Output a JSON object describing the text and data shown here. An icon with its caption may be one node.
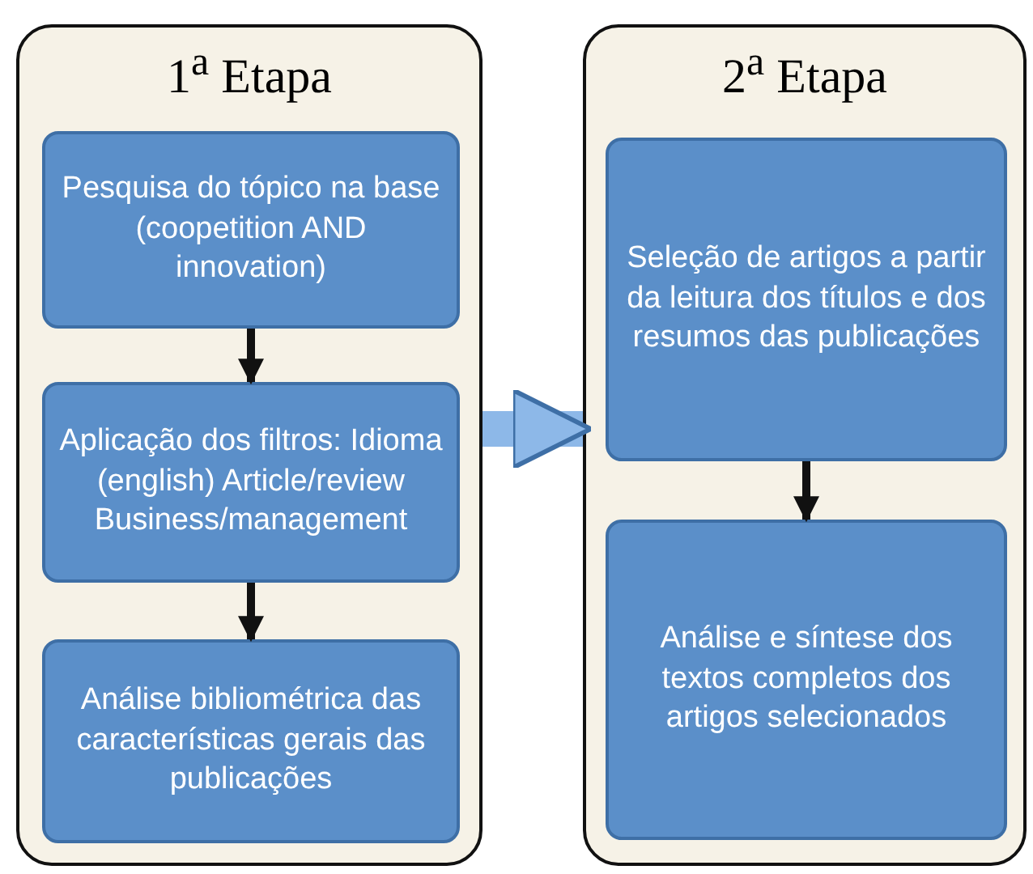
{
  "diagram": {
    "nodes": [
      {
        "text": [
          "1$^{a}$ Etapa"
        ]
      },
      {
        "text": [
          "Pesquisa do tópico na base (coopetition AND innovation)"
        ],
        "in": 0
      },
      {
        "text": [
          "Aplicação dos filtros: Idioma (english) Article/review Business/management"
        ],
        "in": 0
      },
      {
        "text": [
          "Análise bibliométrica das características gerais das publicações"
        ],
        "in": 0
      },
      {
        "text": [
          "2$^{a}$ Etapa"
        ]
      },
      {
        "text": [
          "Seleção de artigos a partir da leitura dos títulos e dos resumos das publicações"
        ],
        "in": 4
      },
      {
        "text": [
          "Análise e síntese dos textos completos dos artigos selecionados"
        ],
        "in": 4
      }
    ],
    "edges": [
      {
        "from": 1,
        "to": 2,
        "arrow": "to"
      },
      {
        "from": 2,
        "to": 3,
        "arrow": "to"
      },
      {
        "from": 0,
        "to": 4,
        "arrow": "to",
        "style": "thick",
        "color": "#8db8e8"
      },
      {
        "from": 5,
        "to": 6,
        "arrow": "to"
      }
    ]
  }
}
